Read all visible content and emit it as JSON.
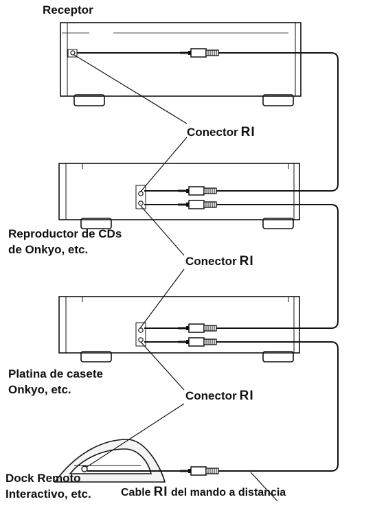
{
  "labels": {
    "receptor": "Receptor",
    "conector_label": "Conector",
    "ri_mark": "RI",
    "cd_line1": "Reproductor de CDs",
    "cd_line2": "de Onkyo, etc.",
    "cassette_line1": "Platina de casete",
    "cassette_line2": "Onkyo, etc.",
    "dock_line1": "Dock Remoto",
    "dock_line2": "Interactivo, etc.",
    "cable_prefix": "Cable",
    "cable_suffix": "del mando a distancia"
  }
}
